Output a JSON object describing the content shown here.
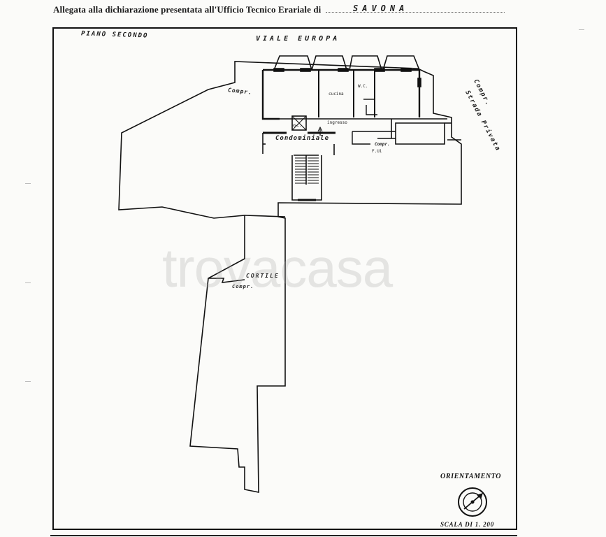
{
  "header": {
    "text": "Allegata alla dichiarazione presentata all'Ufficio Tecnico Erariale di",
    "city": "SAVONA"
  },
  "plan": {
    "floor_label": "PIANO SECONDO",
    "street_label": "VIALE  EUROPA",
    "private_street_label": "Strada Privata",
    "private_street_comp": "Compr.",
    "comp_left": "Compr.",
    "kitchen": "cucina",
    "wc": "W.C.",
    "hall": "ingresso",
    "condominiale": "Condominiale",
    "lift": "asc.",
    "compr_fui": "Compr.",
    "fui": "F.Ui",
    "cortile": "CORTILE",
    "cortile_comp": "Compr."
  },
  "orientation": {
    "title": "ORIENTAMENTO",
    "scale": "SCALA DI 1. 200"
  },
  "watermark": "trovacasa",
  "colors": {
    "ink": "#111111",
    "paper": "#fbfbf9",
    "watermark": "#aaaaaa"
  }
}
